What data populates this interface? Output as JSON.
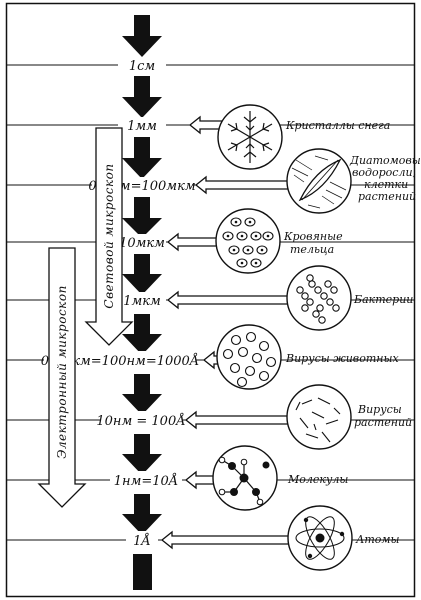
{
  "scale_levels": [
    "1см",
    "1мм",
    "0,1мм=100мкм",
    "10мкм",
    "1мкм",
    "0,1мкм=100нм=1000Å",
    "10нм = 100Å",
    "1нм=10Å",
    "1Å"
  ],
  "objects": [
    {
      "label_lines": [
        "Кристаллы снега"
      ],
      "icon": "snowflake-icon"
    },
    {
      "label_lines": [
        "Диатомовые",
        "водоросли,",
        "клетки",
        "растений"
      ],
      "icon": "diatom-icon"
    },
    {
      "label_lines": [
        "Кровяные",
        "тельца"
      ],
      "icon": "blood-cells-icon"
    },
    {
      "label_lines": [
        "Бактерии"
      ],
      "icon": "bacteria-icon"
    },
    {
      "label_lines": [
        "Вирусы животных"
      ],
      "icon": "animal-virus-icon"
    },
    {
      "label_lines": [
        "Вирусы",
        "растений"
      ],
      "icon": "plant-virus-icon"
    },
    {
      "label_lines": [
        "Молекулы"
      ],
      "icon": "molecule-icon"
    },
    {
      "label_lines": [
        "Атомы"
      ],
      "icon": "atom-icon"
    }
  ],
  "instruments": {
    "light_microscope": "Световой микроскоп",
    "electron_microscope": "Электронный микроскоп"
  },
  "colors": {
    "ink": "#111111",
    "paper": "#ffffff"
  }
}
